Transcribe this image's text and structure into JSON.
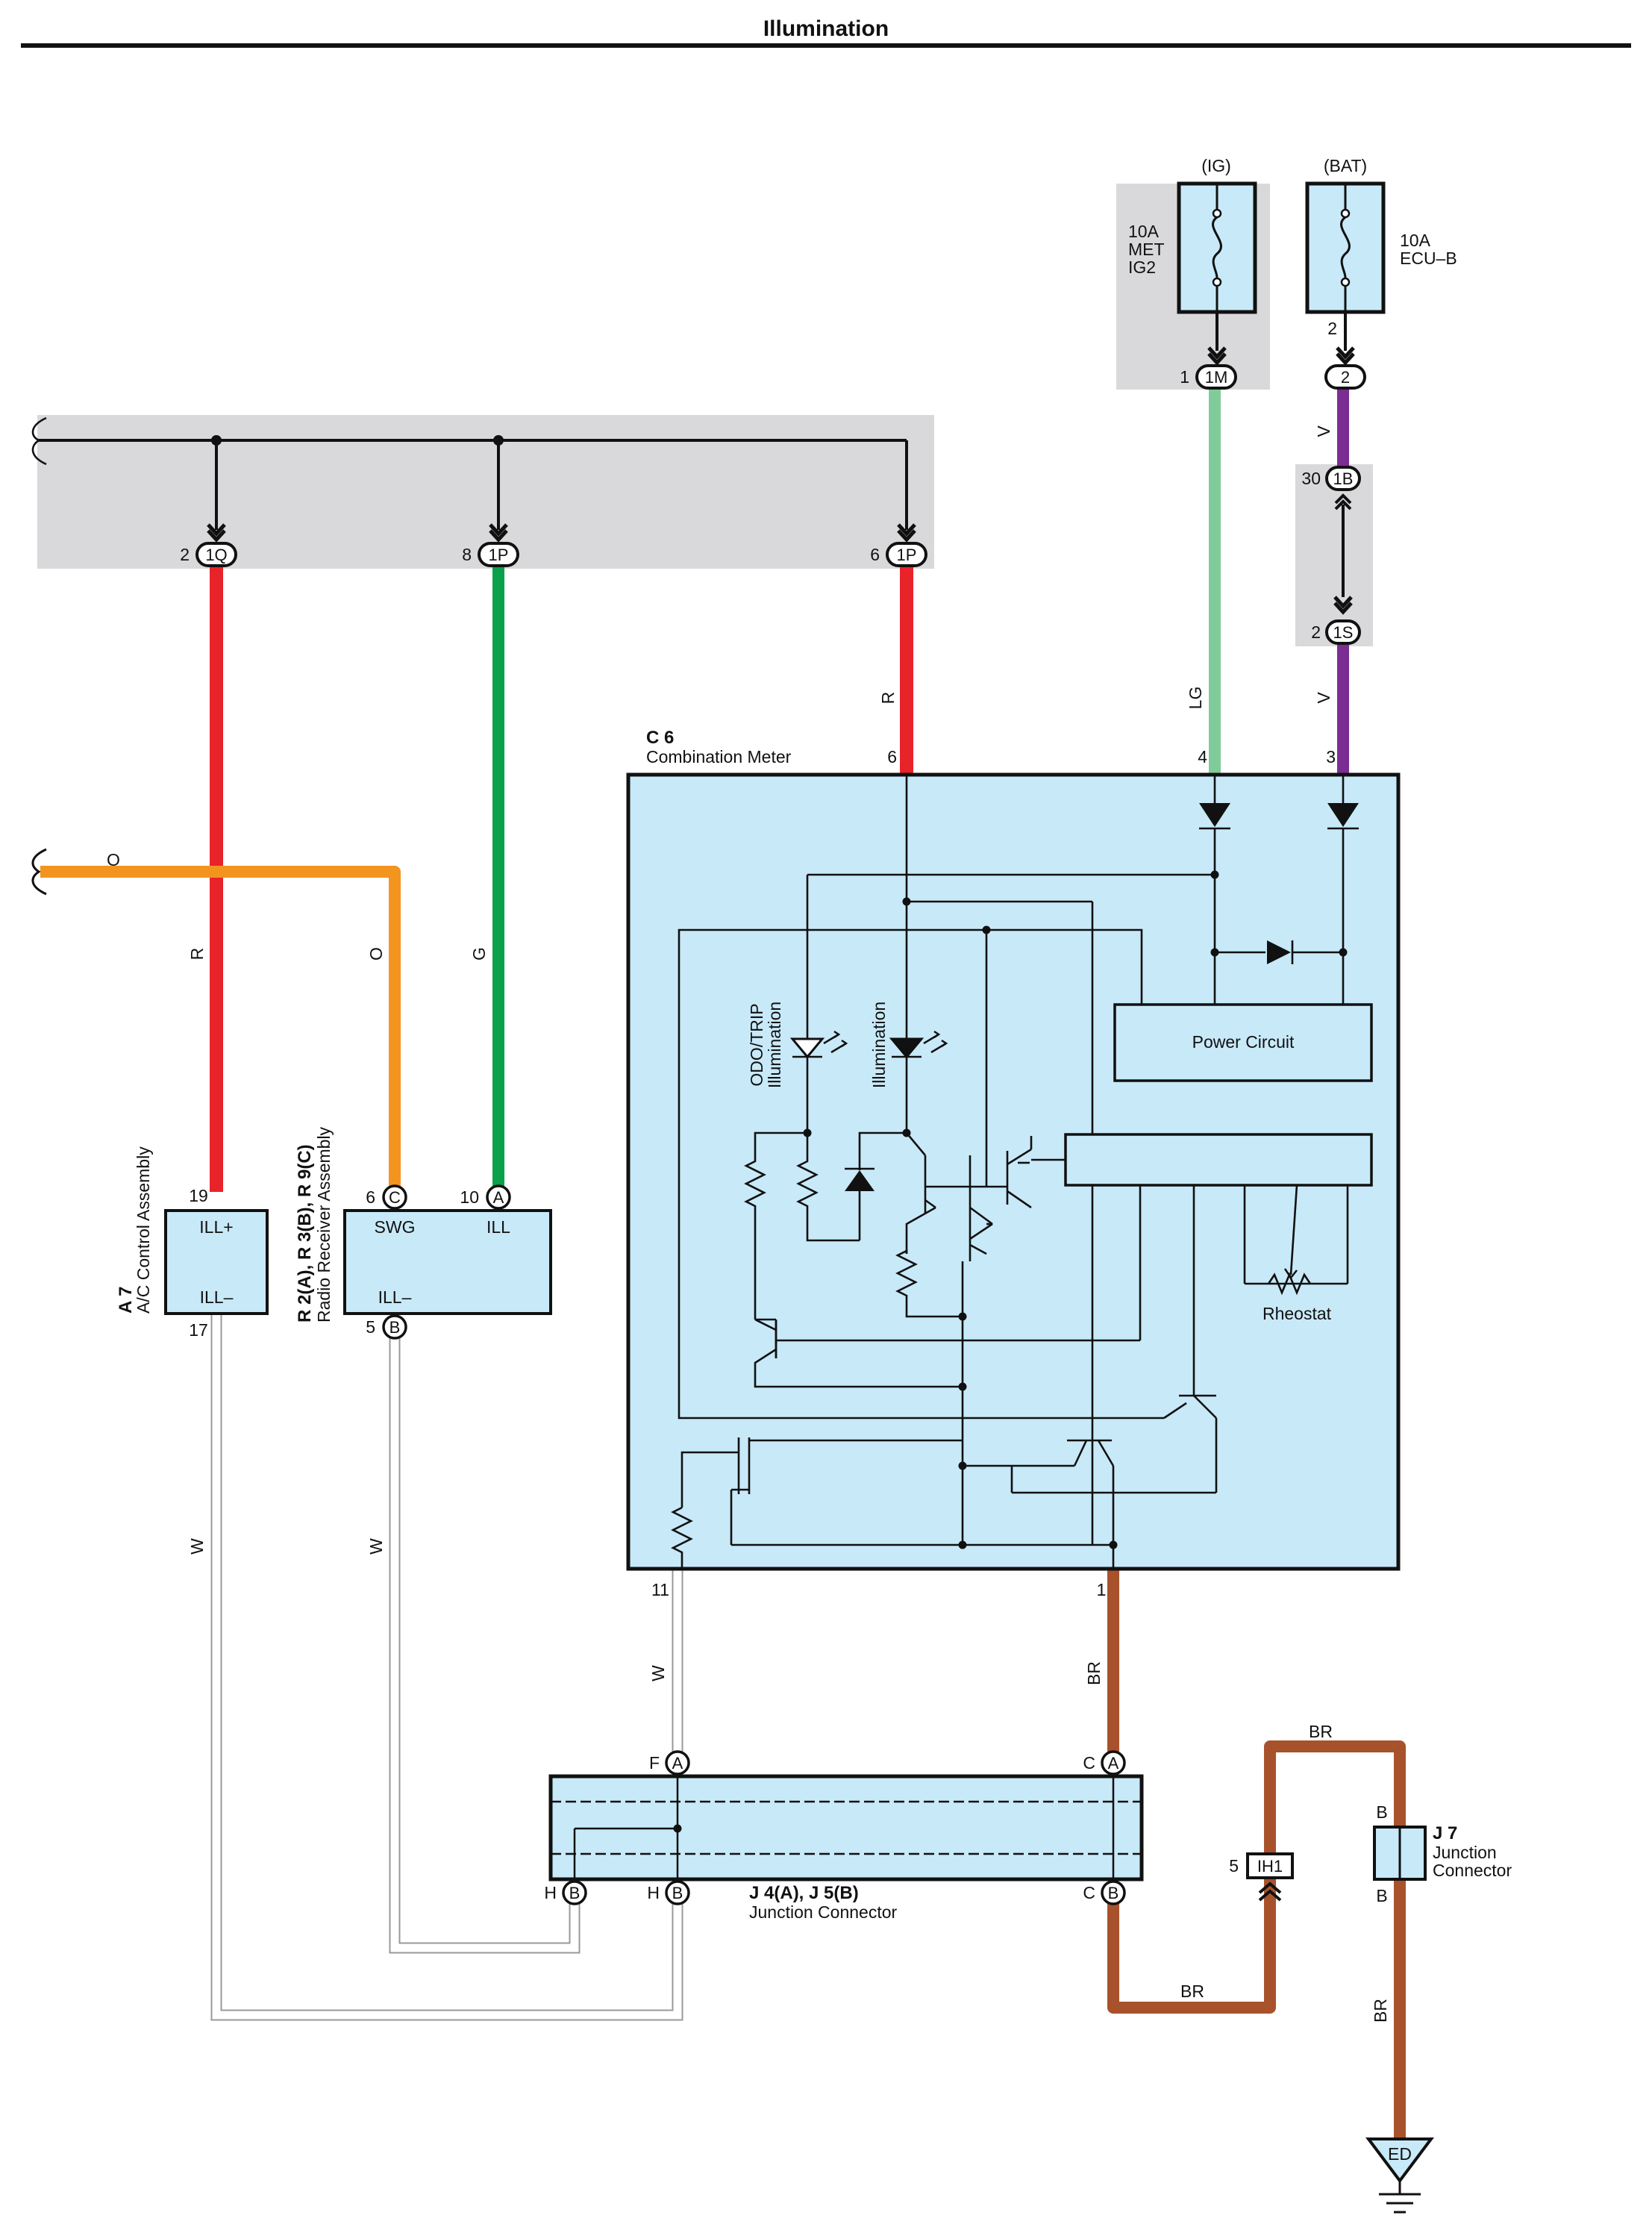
{
  "title": "Illumination",
  "colors": {
    "red": "#e8232a",
    "green": "#0aa14a",
    "light_green": "#7fcc9a",
    "violet": "#7b2e92",
    "orange": "#f3941f",
    "brown": "#a8522c",
    "white_wire": "#ffffff",
    "component_fill": "#c8e9f8",
    "shade": "#d9d9db"
  },
  "fuses": [
    {
      "source": "(IG)",
      "rating": "10A",
      "name_line1": "MET",
      "name_line2": "IG2",
      "pin": "1",
      "connector": "1M"
    },
    {
      "source": "(BAT)",
      "rating": "10A",
      "name_line1": "ECU–B",
      "pin": "2",
      "connector": "2"
    }
  ],
  "wire_labels": {
    "w1": "R",
    "w2": "O",
    "w3": "G",
    "w4": "R",
    "w5": "LG",
    "w6": "V",
    "w7": "V",
    "w8": "O",
    "w9": "W",
    "w10": "W",
    "w11": "W",
    "w12": "BR",
    "w13": "BR",
    "w14": "BR",
    "w15": "BR"
  },
  "top_connectors": [
    {
      "pin": "2",
      "id": "1Q"
    },
    {
      "pin": "8",
      "id": "1P"
    },
    {
      "pin": "6",
      "id": "1P"
    }
  ],
  "bat_connectors": [
    {
      "pin": "30",
      "id": "1B"
    },
    {
      "pin": "2",
      "id": "1S"
    }
  ],
  "combination_meter": {
    "code": "C 6",
    "name": "Combination Meter",
    "pins": {
      "r": "6",
      "lg": "4",
      "v": "3",
      "gnd": "11",
      "br": "1"
    },
    "labels": {
      "odo_trip_1": "ODO/TRIP",
      "odo_trip_2": "Illumination",
      "illumination": "Illumination",
      "power_circuit": "Power Circuit",
      "rheostat": "Rheostat"
    }
  },
  "ac_control": {
    "code": "A 7",
    "name": "A/C Control Assembly",
    "terminal_top": "ILL+",
    "terminal_bottom": "ILL–",
    "pin_top": "19",
    "pin_bottom": "17"
  },
  "radio_receiver": {
    "code": "R 2(A), R 3(B), R 9(C)",
    "name": "Radio Receiver Assembly",
    "terminal_swg": "SWG",
    "terminal_ill": "ILL",
    "terminal_ill_minus": "ILL–",
    "pin_swg": "6",
    "conn_swg": "C",
    "pin_ill": "10",
    "conn_ill": "A",
    "pin_ill_minus": "5",
    "conn_ill_minus": "B"
  },
  "junction_connector": {
    "code": "J 4(A), J 5(B)",
    "name": "Junction Connector",
    "pins": [
      {
        "pin": "F",
        "conn": "A"
      },
      {
        "pin": "C",
        "conn": "A"
      },
      {
        "pin": "H",
        "conn": "B"
      },
      {
        "pin": "H",
        "conn": "B"
      },
      {
        "pin": "C",
        "conn": "B"
      }
    ]
  },
  "ih_connector": {
    "pin": "5",
    "id": "IH1"
  },
  "j7": {
    "code": "J 7",
    "name_line1": "Junction",
    "name_line2": "Connector",
    "pin_top": "B",
    "pin_bottom": "B"
  },
  "ground": {
    "id": "ED"
  }
}
